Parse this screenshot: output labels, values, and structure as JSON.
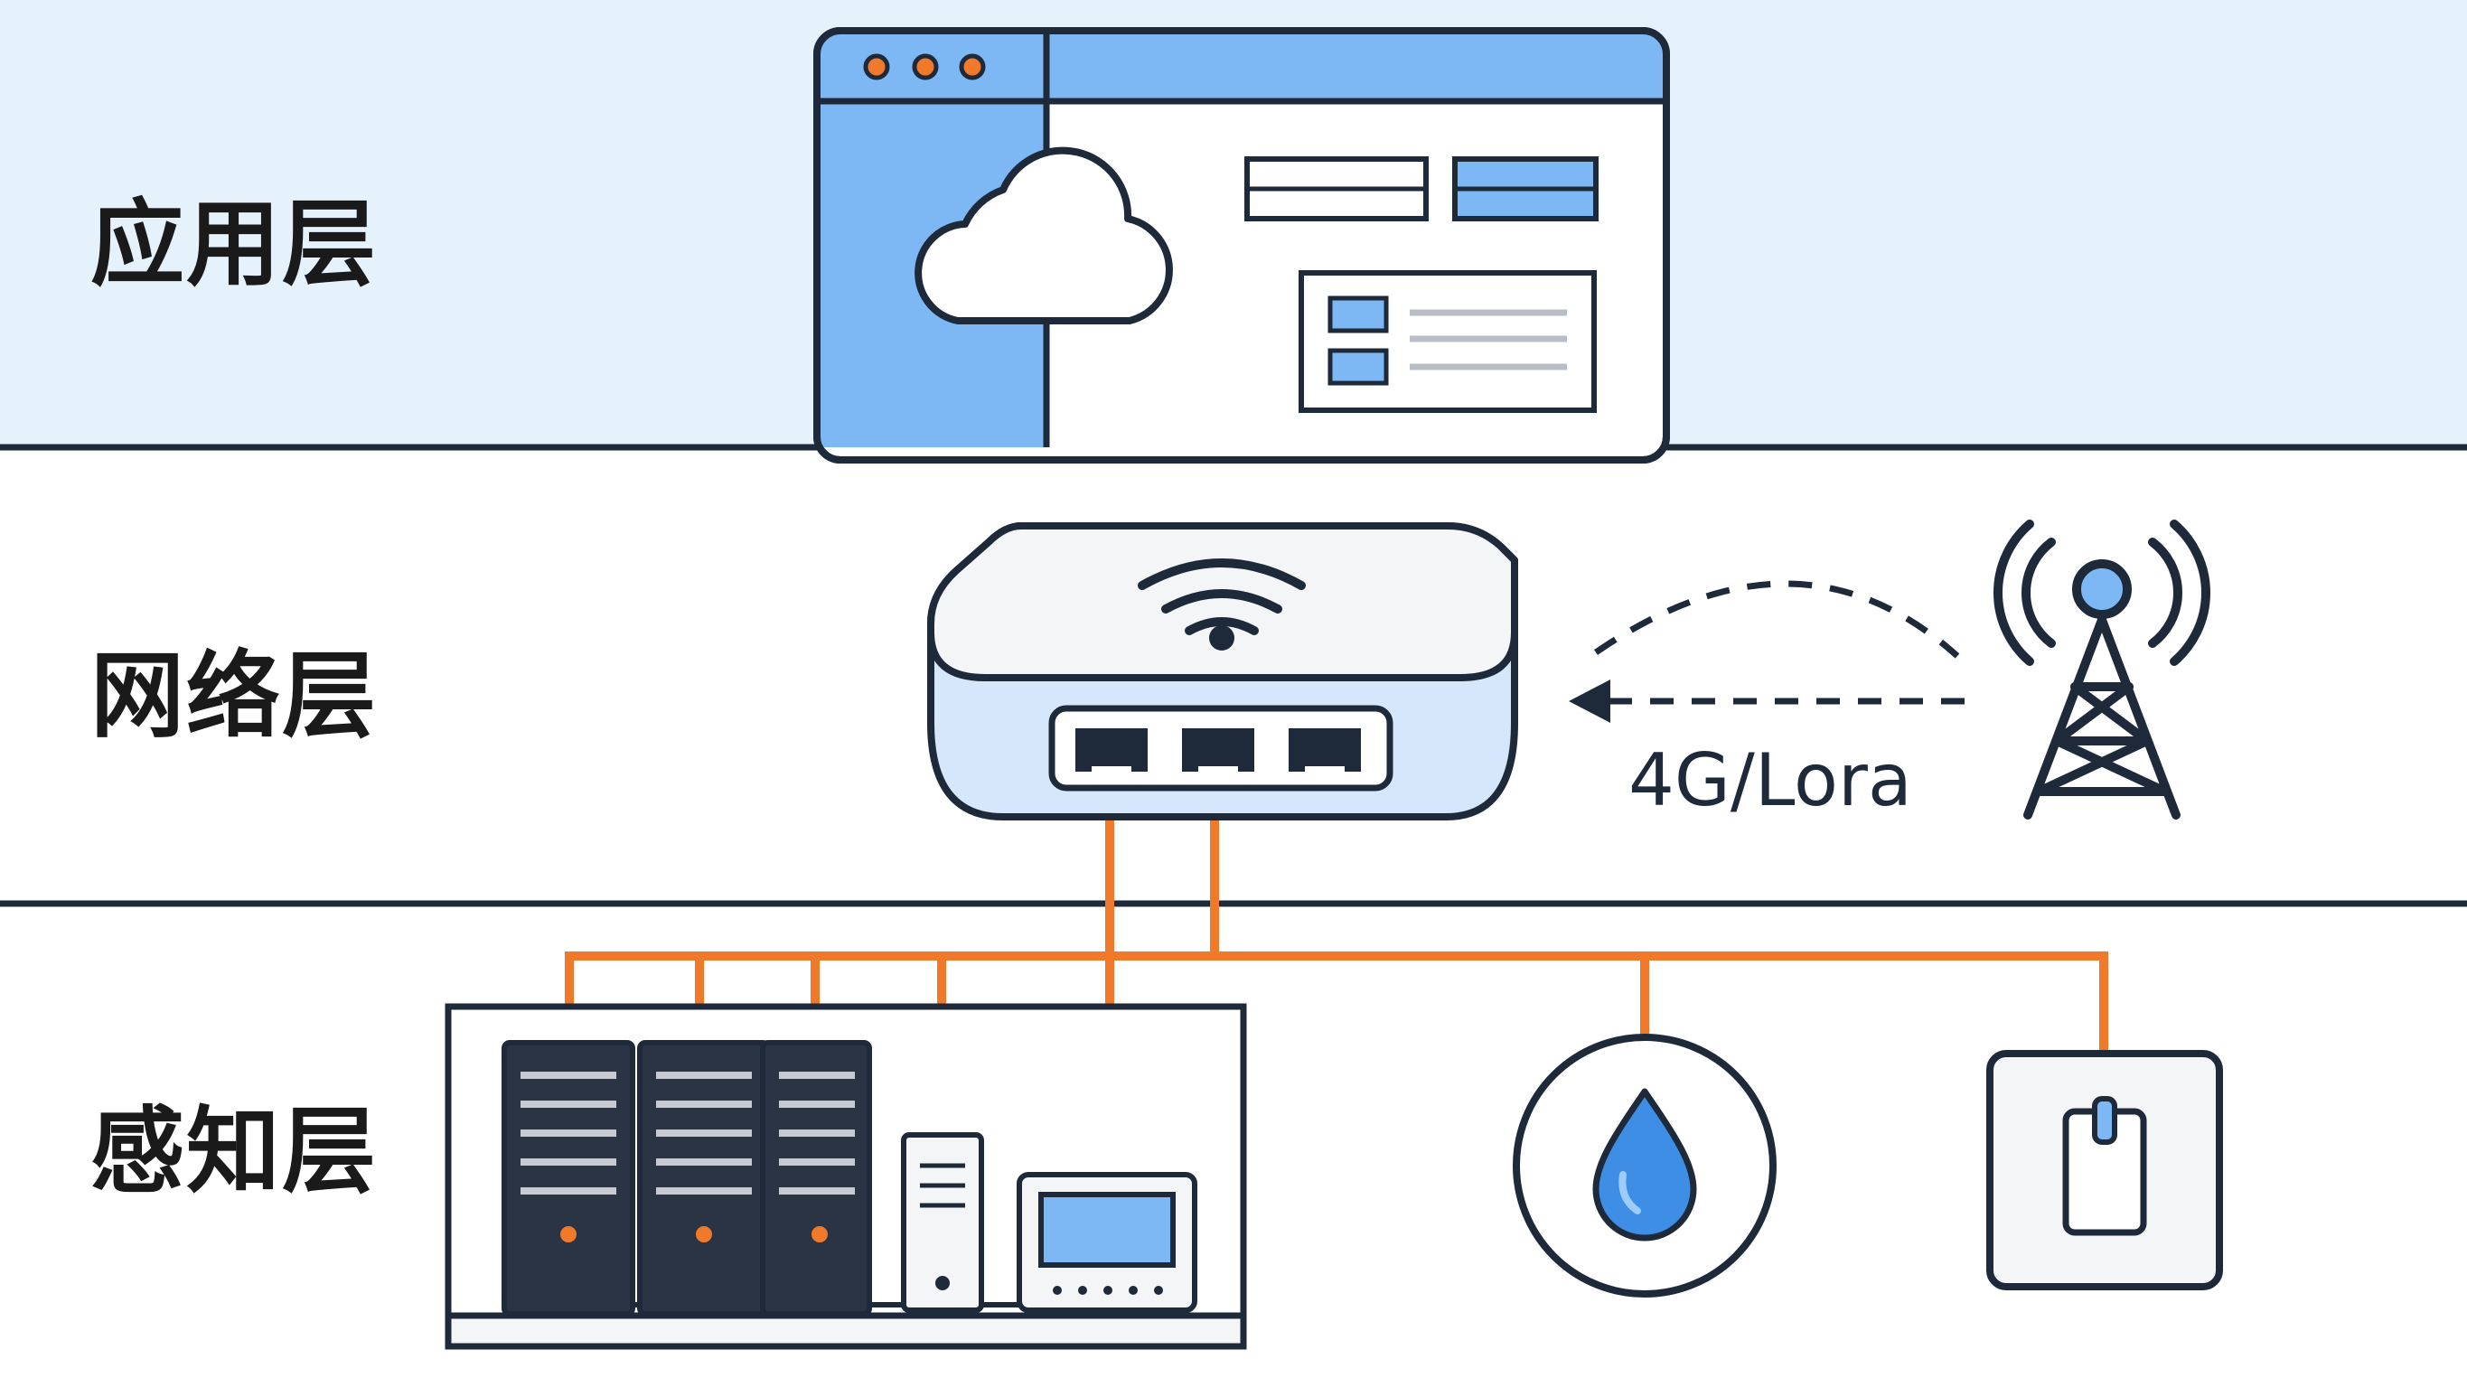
{
  "layers": {
    "application": {
      "label": "应用层"
    },
    "network": {
      "label": "网络层",
      "link_label": "4G/Lora"
    },
    "perception": {
      "label": "感知层"
    }
  },
  "colors": {
    "application_band": "#e5f1fb",
    "outline": "#1e2a3a",
    "accent_blue": "#7eb8f4",
    "light_blue": "#d6e6fb",
    "connection_orange": "#f07a2a",
    "window_dots": "#f07a2a",
    "server_dark": "#2a3445",
    "gray_line": "#b9bec6"
  },
  "icons": {
    "app_window": "browser-window-icon",
    "cloud": "cloud-icon",
    "gateway": "wifi-router-icon",
    "tower": "cell-tower-icon",
    "server_rack": "server-rack-icon",
    "water_sensor": "water-drop-icon",
    "switch_sensor": "wall-switch-icon"
  }
}
